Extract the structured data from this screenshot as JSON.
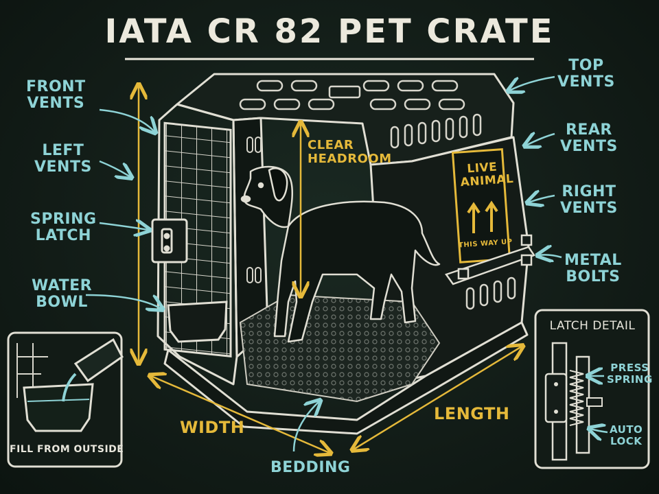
{
  "title": "IATA CR 82 PET CRATE",
  "left_labels": {
    "front_vents": [
      "FRONT",
      "VENTS"
    ],
    "left_vents": [
      "LEFT",
      "VENTS"
    ],
    "spring_latch": [
      "SPRING",
      "LATCH"
    ],
    "water_bowl": [
      "WATER",
      "BOWL"
    ]
  },
  "right_labels": {
    "top_vents": [
      "TOP",
      "VENTS"
    ],
    "rear_vents": [
      "REAR",
      "VENTS"
    ],
    "right_vents": [
      "RIGHT",
      "VENTS"
    ],
    "metal_bolts": [
      "METAL",
      "BOLTS"
    ]
  },
  "dimensions": {
    "clear_headroom": [
      "CLEAR",
      "HEADROOM"
    ],
    "width": "WIDTH",
    "length": "LENGTH",
    "bedding": "BEDDING"
  },
  "sticker": {
    "line1": "LIVE",
    "line2": "ANIMAL",
    "line3": "THIS WAY UP"
  },
  "inset_bowl": {
    "caption": "FILL FROM OUTSIDE"
  },
  "inset_latch": {
    "title": "LATCH DETAIL",
    "press": [
      "PRESS",
      "SPRING"
    ],
    "auto": [
      "AUTO",
      "LOCK"
    ]
  },
  "colors": {
    "background": "#121d18",
    "chalk_white": "#e8e6dc",
    "cyan": "#8ed3d6",
    "yellow": "#e5b93a"
  }
}
